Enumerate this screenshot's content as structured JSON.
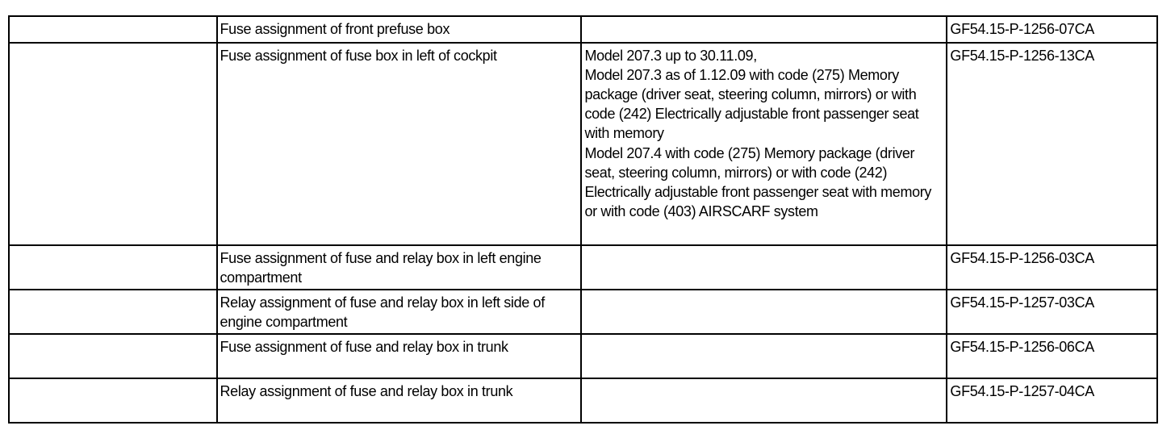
{
  "rows": [
    {
      "blank": "",
      "description": "Fuse assignment of front prefuse box",
      "notes": [],
      "document": "GF54.15-P-1256-07CA"
    },
    {
      "blank": "",
      "description": "Fuse assignment of fuse box in left of cockpit",
      "notes": [
        "Model 207.3 up to 30.11.09,\nModel 207.3 as of 1.12.09 with code (275) Memory package (driver seat, steering column, mirrors) or with code (242) Electrically adjustable front passenger seat with memory",
        "Model 207.4 with code (275) Memory package (driver seat, steering column, mirrors) or with code (242) Electrically adjustable front passenger seat with memory or with code (403) AIRSCARF system"
      ],
      "document": "GF54.15-P-1256-13CA"
    },
    {
      "blank": "",
      "description": "Fuse assignment of fuse and relay box in left engine compartment",
      "notes": [],
      "document": "GF54.15-P-1256-03CA"
    },
    {
      "blank": "",
      "description": "Relay assignment of fuse and relay box in left side of engine compartment",
      "notes": [],
      "document": "GF54.15-P-1257-03CA"
    },
    {
      "blank": "",
      "description": "Fuse assignment of fuse and relay box in trunk",
      "notes": [],
      "document": "GF54.15-P-1256-06CA"
    },
    {
      "blank": "",
      "description": "Relay assignment of fuse and relay box in trunk",
      "notes": [],
      "document": "GF54.15-P-1257-04CA"
    }
  ]
}
